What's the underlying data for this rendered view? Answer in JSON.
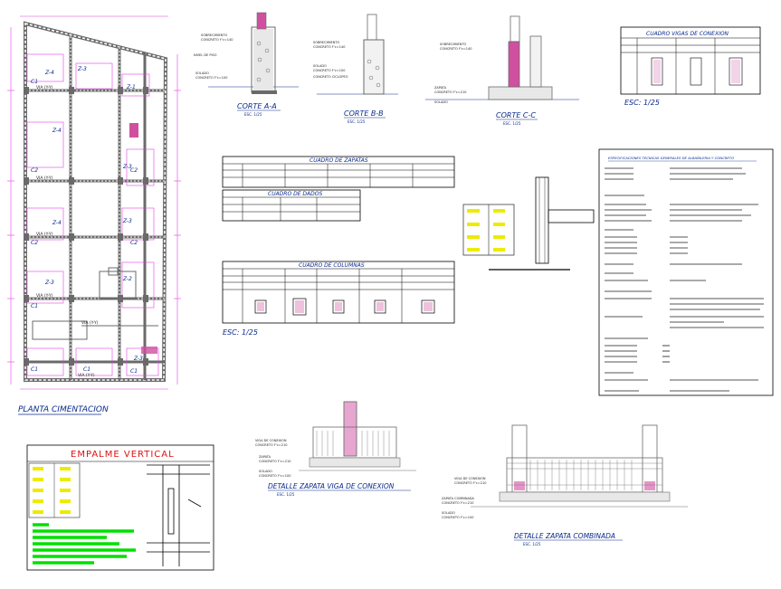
{
  "titles": {
    "planta": "PLANTA CIMENTACION",
    "corte_a": "CORTE A-A",
    "corte_b": "CORTE B-B",
    "corte_c": "CORTE C-C",
    "esc_a": "ESC. 1/25",
    "esc_b": "ESC. 1/25",
    "esc_c": "ESC. 1/25",
    "cuadro_vigas": "CUADRO VIGAS DE CONEXION",
    "esc_vigas": "ESC: 1/25",
    "cuadro_zapatas": "CUADRO DE ZAPATAS",
    "cuadro_dados": "CUADRO DE DADOS",
    "cuadro_columnas": "CUADRO DE COLUMNAS",
    "esc_columnas": "ESC: 1/25",
    "especificaciones": "ESPECIFICACIONES TECNICAS GENERALES DE ALBAÑILERIA Y CONCRETO",
    "empalme": "EMPALME VERTICAL",
    "detalle_viga": "DETALLE ZAPATA VIGA DE CONEXION",
    "esc_detalle_viga": "ESC. 1/25",
    "detalle_combinada": "DETALLE ZAPATA COMBINADA",
    "esc_detalle_combinada": "ESC. 1/25"
  },
  "plan_labels": {
    "z": [
      "Z-4",
      "Z-3",
      "Z-4",
      "Z-4",
      "Z-3",
      "Z-3",
      "Z-3",
      "Z-2",
      "Z-1",
      "Z-3"
    ],
    "c": [
      "C1",
      "C2",
      "C2",
      "C1",
      "C1",
      "C2",
      "C2",
      "C1",
      "C1"
    ],
    "v": [
      "VIA (Y-Y)",
      "VIA (Y-Y)",
      "VIA (Y-Y)",
      "VIA (Y-Y)",
      "VIA (Y-Y)",
      "VIA (Y-Y)"
    ]
  },
  "colors": {
    "wall": "#6a6a6a",
    "dim": "#e040e0",
    "text": "#0a2a8c",
    "yellow": "#ecec00",
    "green": "#00e000",
    "red": "#e01010",
    "cyan": "#00d8d8",
    "magenta_fill": "#d050a0"
  }
}
